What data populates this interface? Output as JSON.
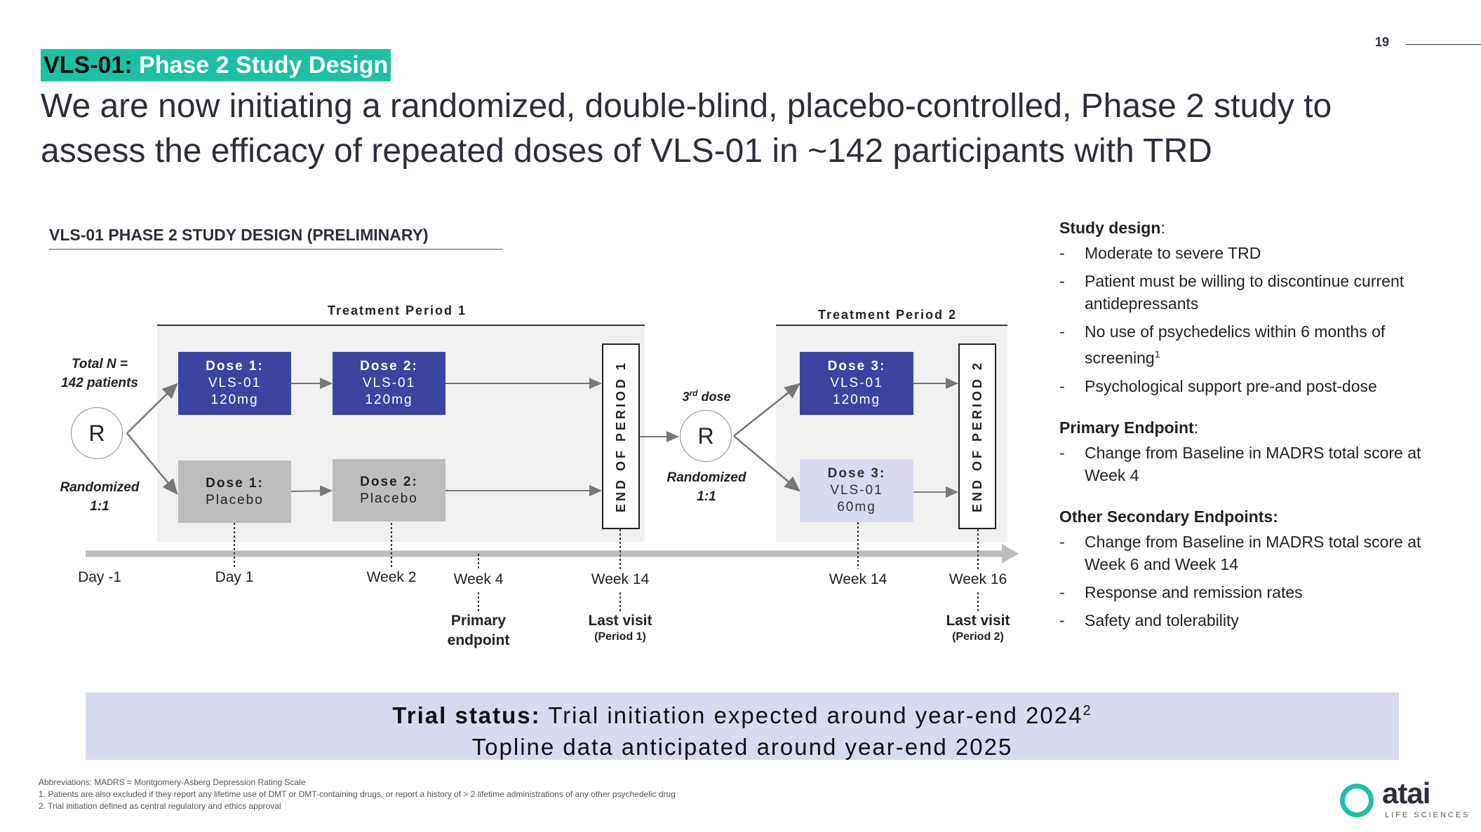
{
  "page_number": "19",
  "header": {
    "tag_code": "VLS-01:",
    "tag_title": "Phase 2 Study Design",
    "headline": "We are now initiating a randomized, double-blind, placebo-controlled, Phase 2 study to assess the efficacy of repeated doses of VLS-01 in ~142 participants with TRD"
  },
  "diagram": {
    "title": "VLS-01 PHASE 2 STUDY DESIGN (PRELIMINARY)",
    "period1_label": "Treatment Period 1",
    "period2_label": "Treatment Period 2",
    "total_n_line1": "Total N =",
    "total_n_line2": "142 patients",
    "randomize_symbol": "R",
    "randomized_line1": "Randomized",
    "randomized_line2": "1:1",
    "third_dose_label_prefix": "3",
    "third_dose_label_sup": "rd",
    "third_dose_label_suffix": " dose",
    "randomized2_line1": "Randomized",
    "randomized2_line2": "1:1",
    "boxes": {
      "p1_dose1_title": "Dose 1:",
      "p1_dose1_line1": "VLS-01",
      "p1_dose1_line2": "120mg",
      "p1_dose2_title": "Dose 2:",
      "p1_dose2_line1": "VLS-01",
      "p1_dose2_line2": "120mg",
      "pl_dose1_title": "Dose 1:",
      "pl_dose1_line1": "Placebo",
      "pl_dose2_title": "Dose 2:",
      "pl_dose2_line1": "Placebo",
      "p2_dose3a_title": "Dose 3:",
      "p2_dose3a_line1": "VLS-01",
      "p2_dose3a_line2": "120mg",
      "p2_dose3b_title": "Dose 3:",
      "p2_dose3b_line1": "VLS-01",
      "p2_dose3b_line2": "60mg"
    },
    "end_period1": "END OF PERIOD 1",
    "end_period2": "END OF PERIOD 2",
    "timeline": {
      "day_minus1": "Day -1",
      "day1": "Day 1",
      "week2": "Week 2",
      "week4": "Week 4",
      "week14a": "Week 14",
      "week14b": "Week 14",
      "week16": "Week 16"
    },
    "milestones": {
      "primary_line1": "Primary",
      "primary_line2": "endpoint",
      "last_visit1": "Last visit",
      "last_visit1_note": "(Period 1)",
      "last_visit2": "Last visit",
      "last_visit2_note": "(Period 2)"
    },
    "colors": {
      "active_box": "#3b45a0",
      "placebo_box": "#bdbdbd",
      "light_box": "#d8daf0",
      "panel_bg": "#f0f0f0",
      "accent": "#1fbfa6"
    }
  },
  "sidebar": {
    "study_design_title": "Study design",
    "study_design_items": [
      "Moderate to severe TRD",
      "Patient must be willing to discontinue current antidepressants",
      "No use of psychedelics within 6 months of screening",
      "Psychological support pre-and post-dose"
    ],
    "screening_sup": "1",
    "primary_title": "Primary Endpoint",
    "primary_items": [
      "Change from Baseline in MADRS total score at Week 4"
    ],
    "secondary_title": "Other Secondary Endpoints:",
    "secondary_items": [
      "Change from Baseline in MADRS total score at Week 6 and Week 14",
      "Response and remission rates",
      "Safety and tolerability"
    ],
    "dash": "-",
    "colon": ":"
  },
  "status": {
    "label": "Trial status:",
    "line1": " Trial initiation expected around year-end 2024",
    "line1_sup": "2",
    "line2": "Topline data anticipated around year-end 2025"
  },
  "footnotes": {
    "abbrev": "Abbreviations: MADRS = Montgomery-Asberg Depression Rating Scale",
    "note1": "1.    Patients are also excluded if they report any lifetime use of DMT or DMT-containing drugs, or report a history of > 2 lifetime administrations of any other psychedelic drug",
    "note2": "2.    Trial initiation defined as central regulatory and ethics approval"
  },
  "logo": {
    "word": "atai",
    "sub": "LIFE SCIENCES"
  }
}
